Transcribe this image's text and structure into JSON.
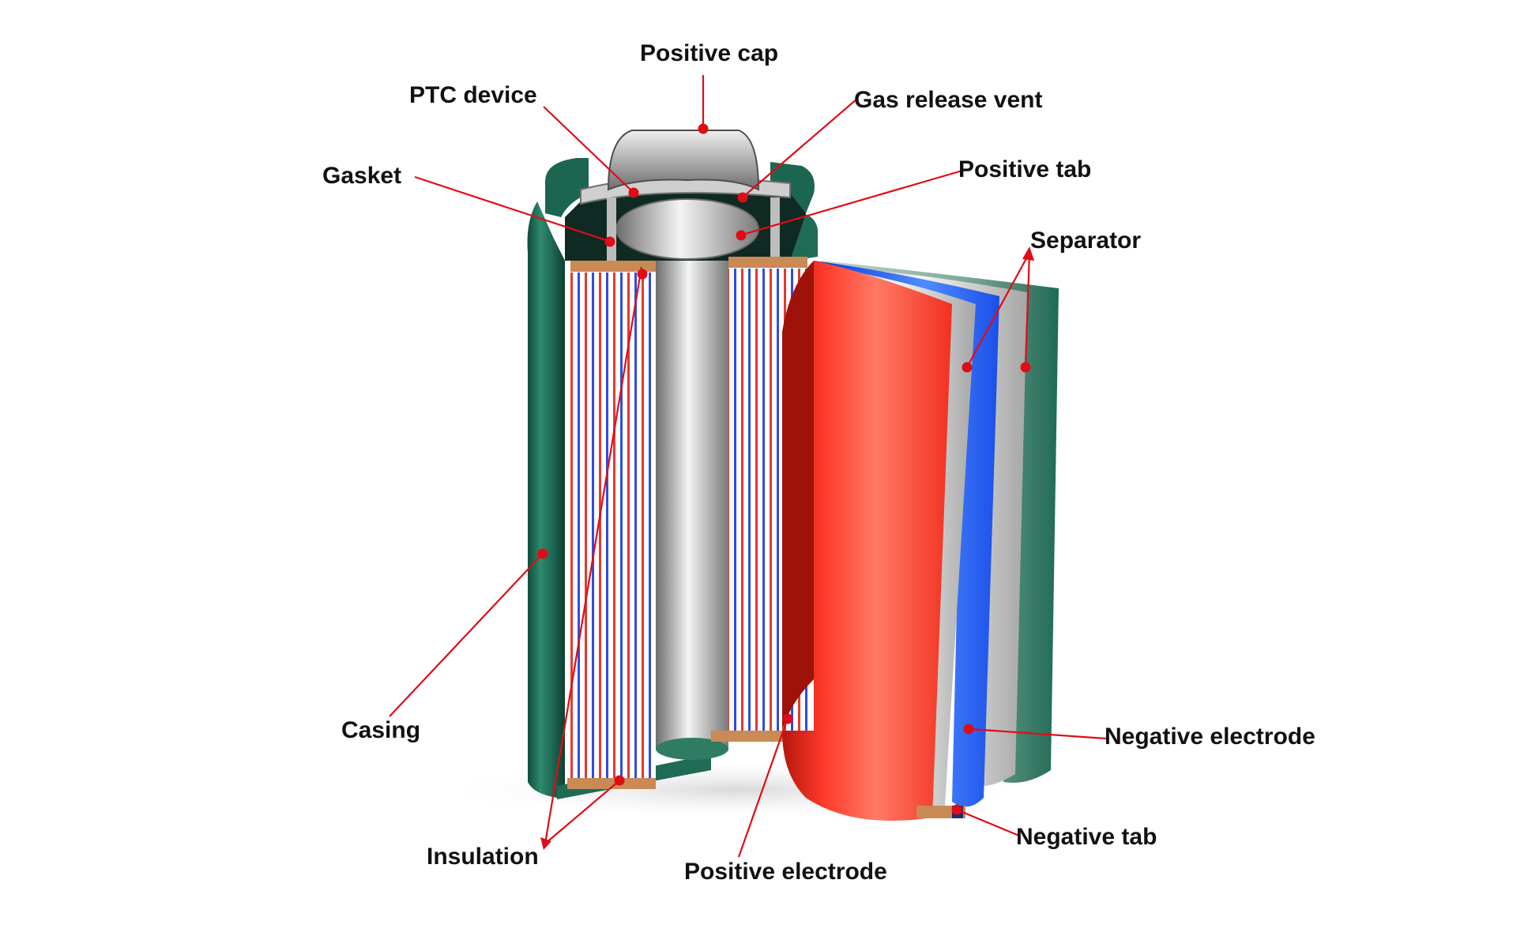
{
  "diagram": {
    "labels": {
      "positive_cap": "Positive cap",
      "ptc_device": "PTC device",
      "gas_release_vent": "Gas release vent",
      "gasket": "Gasket",
      "positive_tab": "Positive tab",
      "separator": "Separator",
      "casing": "Casing",
      "negative_electrode": "Negative electrode",
      "negative_tab": "Negative tab",
      "insulation": "Insulation",
      "positive_electrode": "Positive electrode"
    },
    "colors": {
      "leader": "#e10b17",
      "casing": "#1f6b55",
      "positive_electrode": "#ff3a2a",
      "negative_electrode": "#1f5cff",
      "separator": "#d8dada",
      "copper_insulation": "#c98a55",
      "metal": "#9a9a9a"
    }
  }
}
